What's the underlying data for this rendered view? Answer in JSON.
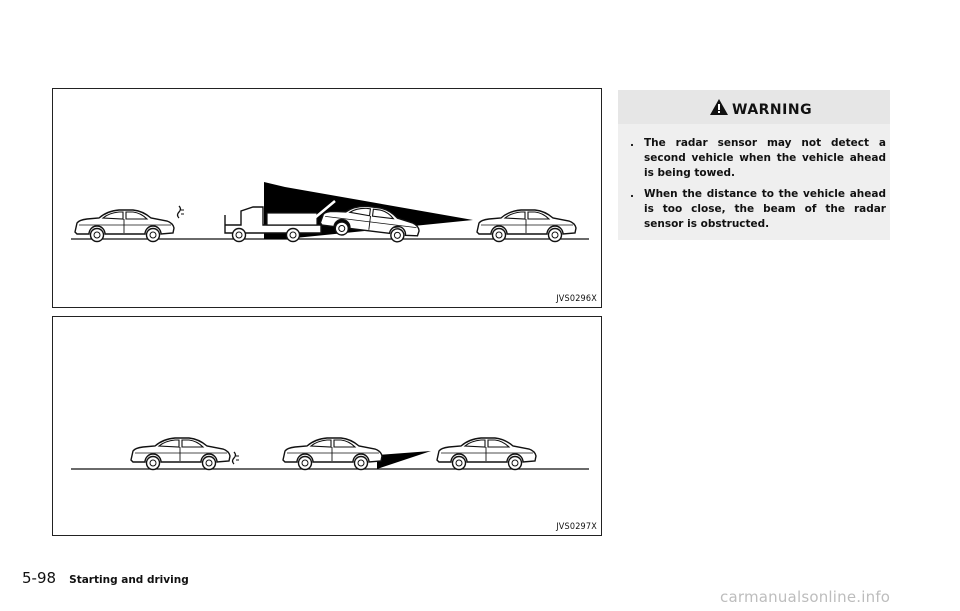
{
  "figures": [
    {
      "code": "JVS0296X"
    },
    {
      "code": "JVS0297X"
    }
  ],
  "warning": {
    "title": "WARNING",
    "items": [
      "The radar sensor may not detect a second vehicle when the vehicle ahead is being towed.",
      "When the distance to the vehicle ahead is too close, the beam of the radar sensor is obstructed."
    ],
    "bullet": "."
  },
  "footer": {
    "page_number": "5-98",
    "section": "Starting and driving"
  },
  "watermark": "carmanualsonline.info"
}
